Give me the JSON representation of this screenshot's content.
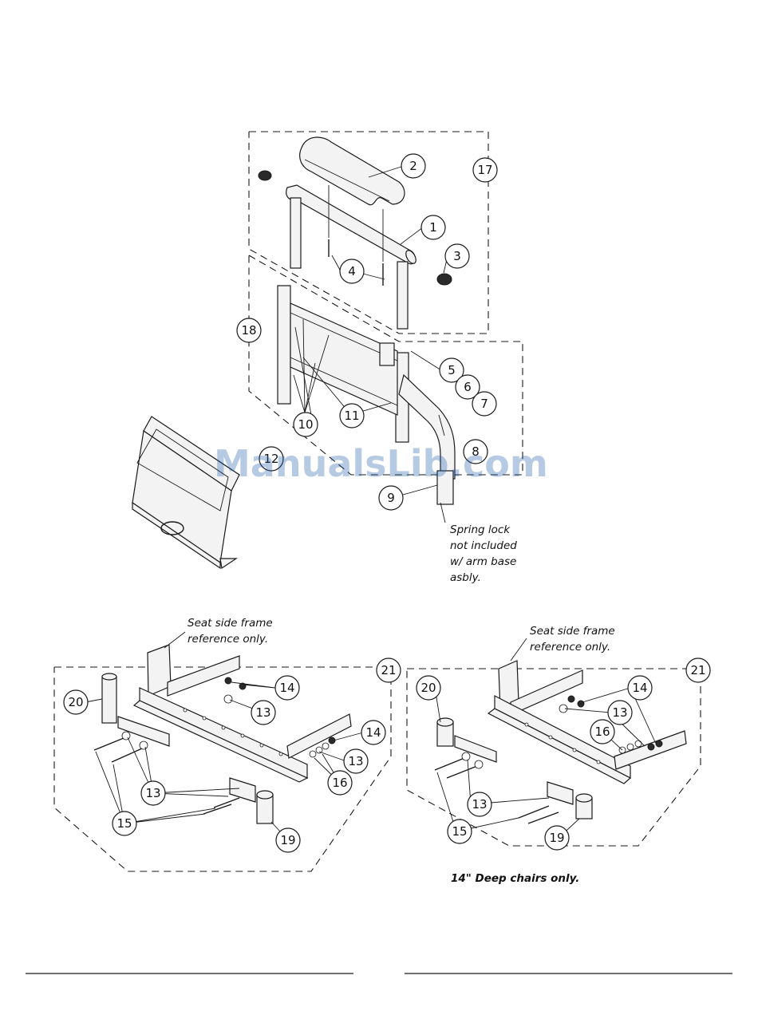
{
  "watermark": "ManualsLib.com",
  "callouts_top": [
    "1",
    "2",
    "3",
    "4",
    "5",
    "6",
    "7",
    "8",
    "9",
    "10",
    "11",
    "12",
    "17",
    "18"
  ],
  "callouts_left": [
    "13",
    "13",
    "14",
    "14",
    "13",
    "15",
    "16",
    "19",
    "20",
    "21"
  ],
  "callouts_right": [
    "13",
    "13",
    "14",
    "16",
    "15",
    "19",
    "20",
    "21"
  ],
  "notes": {
    "spring_lock": [
      "Spring lock",
      "not included",
      "w/ arm base",
      "asbly."
    ],
    "seat_frame_left": [
      "Seat side frame",
      "reference only."
    ],
    "seat_frame_right": [
      "Seat side frame",
      "reference only."
    ],
    "deep_chairs": "14\" Deep chairs only."
  }
}
